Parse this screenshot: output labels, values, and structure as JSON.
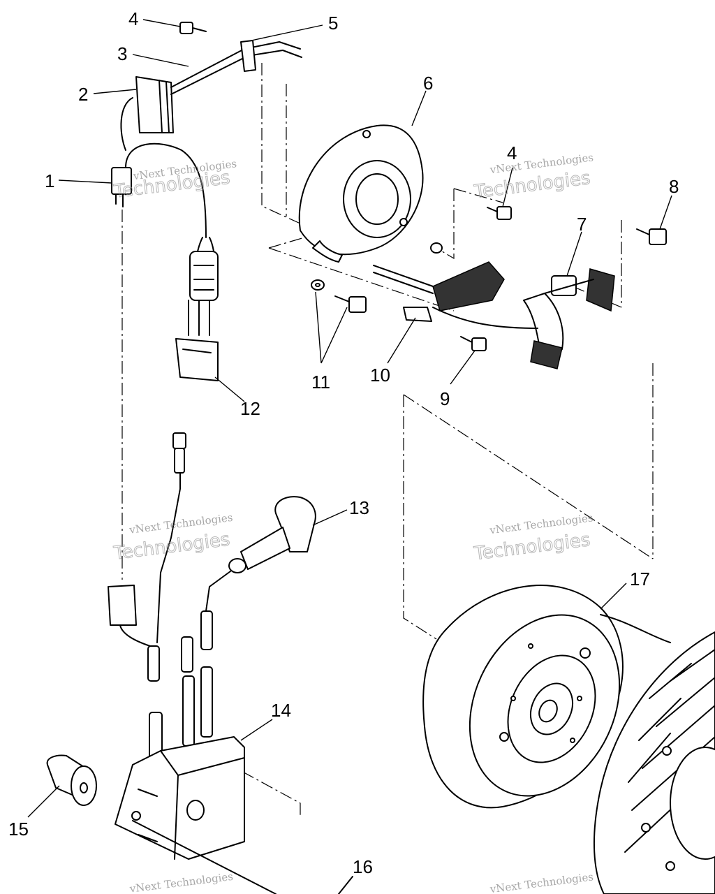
{
  "diagram": {
    "callouts": [
      "1",
      "2",
      "3",
      "4",
      "5",
      "6",
      "4",
      "8",
      "7",
      "11",
      "10",
      "9",
      "12",
      "13",
      "17",
      "14",
      "15",
      "16"
    ],
    "watermark": {
      "line1": "vNext Technologies",
      "line2": "Technologies"
    }
  }
}
